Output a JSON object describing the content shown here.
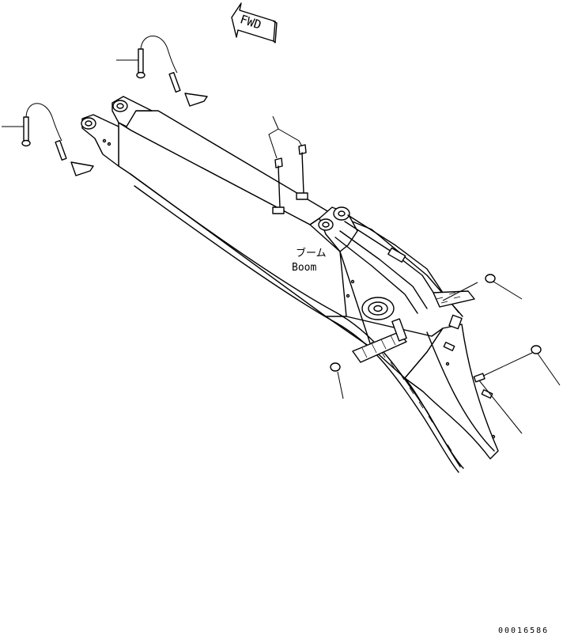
{
  "drawing": {
    "direction_arrow_label": "FWD",
    "part_label_jp": "ブーム",
    "part_label_en": "Boom",
    "drawing_number": "00016586"
  },
  "colors": {
    "line": "#000000",
    "background": "#ffffff"
  },
  "icons": [
    "fwd-arrow-icon"
  ]
}
